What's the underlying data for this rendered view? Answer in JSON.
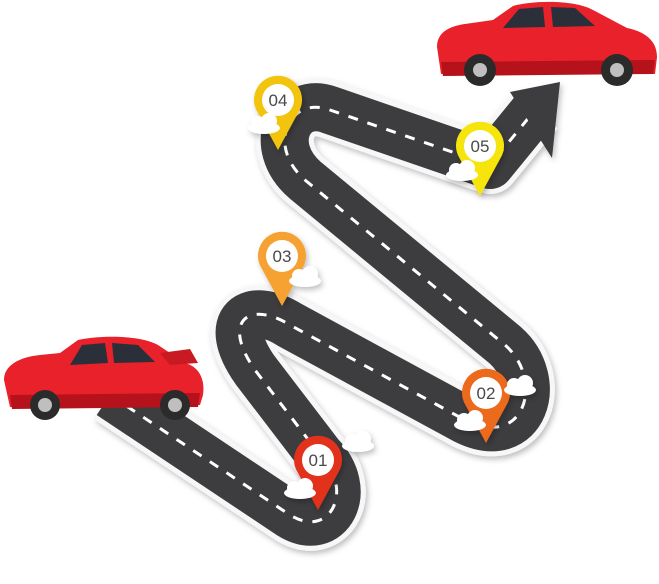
{
  "milestones": [
    {
      "label": "01",
      "color": "#e2301d"
    },
    {
      "label": "02",
      "color": "#ec6a1f"
    },
    {
      "label": "03",
      "color": "#f5a233"
    },
    {
      "label": "04",
      "color": "#f3c40e"
    },
    {
      "label": "05",
      "color": "#f5e50a"
    }
  ],
  "colors": {
    "road": "#3d3d3f",
    "road_edge": "#f7f7f7",
    "lane_marking": "#ffffff",
    "car_body": "#e8212a",
    "car_shade": "#b5121b",
    "car_window": "#2b2f3a",
    "cloud": "#ffffff"
  },
  "icons": {
    "start_vehicle": "wrecked-red-car-icon",
    "end_vehicle": "red-sedan-car-icon",
    "direction": "arrow-head-icon",
    "marker": "map-pin-icon"
  }
}
